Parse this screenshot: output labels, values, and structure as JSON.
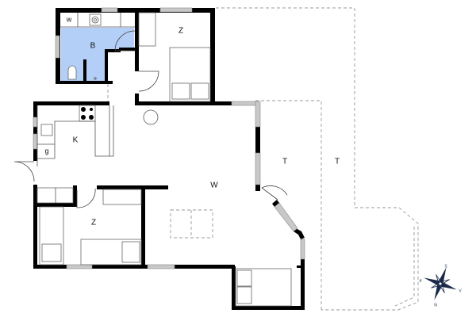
{
  "floor_plan": {
    "rooms": [
      {
        "id": "bath",
        "label": "B",
        "fill": "#b3cff8"
      },
      {
        "id": "washer",
        "label": "w"
      },
      {
        "id": "bedroom-north",
        "label": "Z"
      },
      {
        "id": "kitchen",
        "label": "K"
      },
      {
        "id": "wardrobe",
        "label": "g"
      },
      {
        "id": "living",
        "label": "W"
      },
      {
        "id": "bedroom-south",
        "label": "Z"
      },
      {
        "id": "terrace-inner",
        "label": "T"
      },
      {
        "id": "terrace-outer",
        "label": "T"
      }
    ],
    "compass": {
      "north": "N",
      "south": "S",
      "east": "ø",
      "west": "V"
    },
    "colors": {
      "wall": "#000000",
      "window": "#c8c8c8",
      "bath_fill": "#b3cff8",
      "compass": "#1b2a4a",
      "dashed": "#999999"
    }
  }
}
